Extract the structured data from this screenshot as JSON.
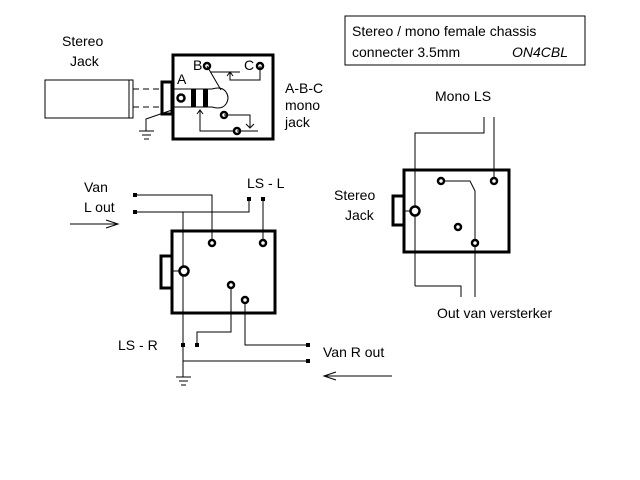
{
  "title_box": {
    "line1": "Stereo / mono  female chassis",
    "line2": "connecter  3.5mm",
    "author": "ON4CBL"
  },
  "top_left": {
    "plug_label_1": "Stereo",
    "plug_label_2": "Jack",
    "pin_a": "A",
    "pin_b": "B",
    "pin_c": "C",
    "side_label_1": "A-B-C",
    "side_label_2": "mono",
    "side_label_3": "jack"
  },
  "bottom_left": {
    "input_label_1": "Van",
    "input_label_2": "L out",
    "ls_left": "LS - L",
    "ls_right": "LS - R",
    "output_label": "Van R out"
  },
  "right": {
    "mono_ls": "Mono LS",
    "jack_label_1": "Stereo",
    "jack_label_2": "Jack",
    "out_label": "Out van versterker"
  }
}
